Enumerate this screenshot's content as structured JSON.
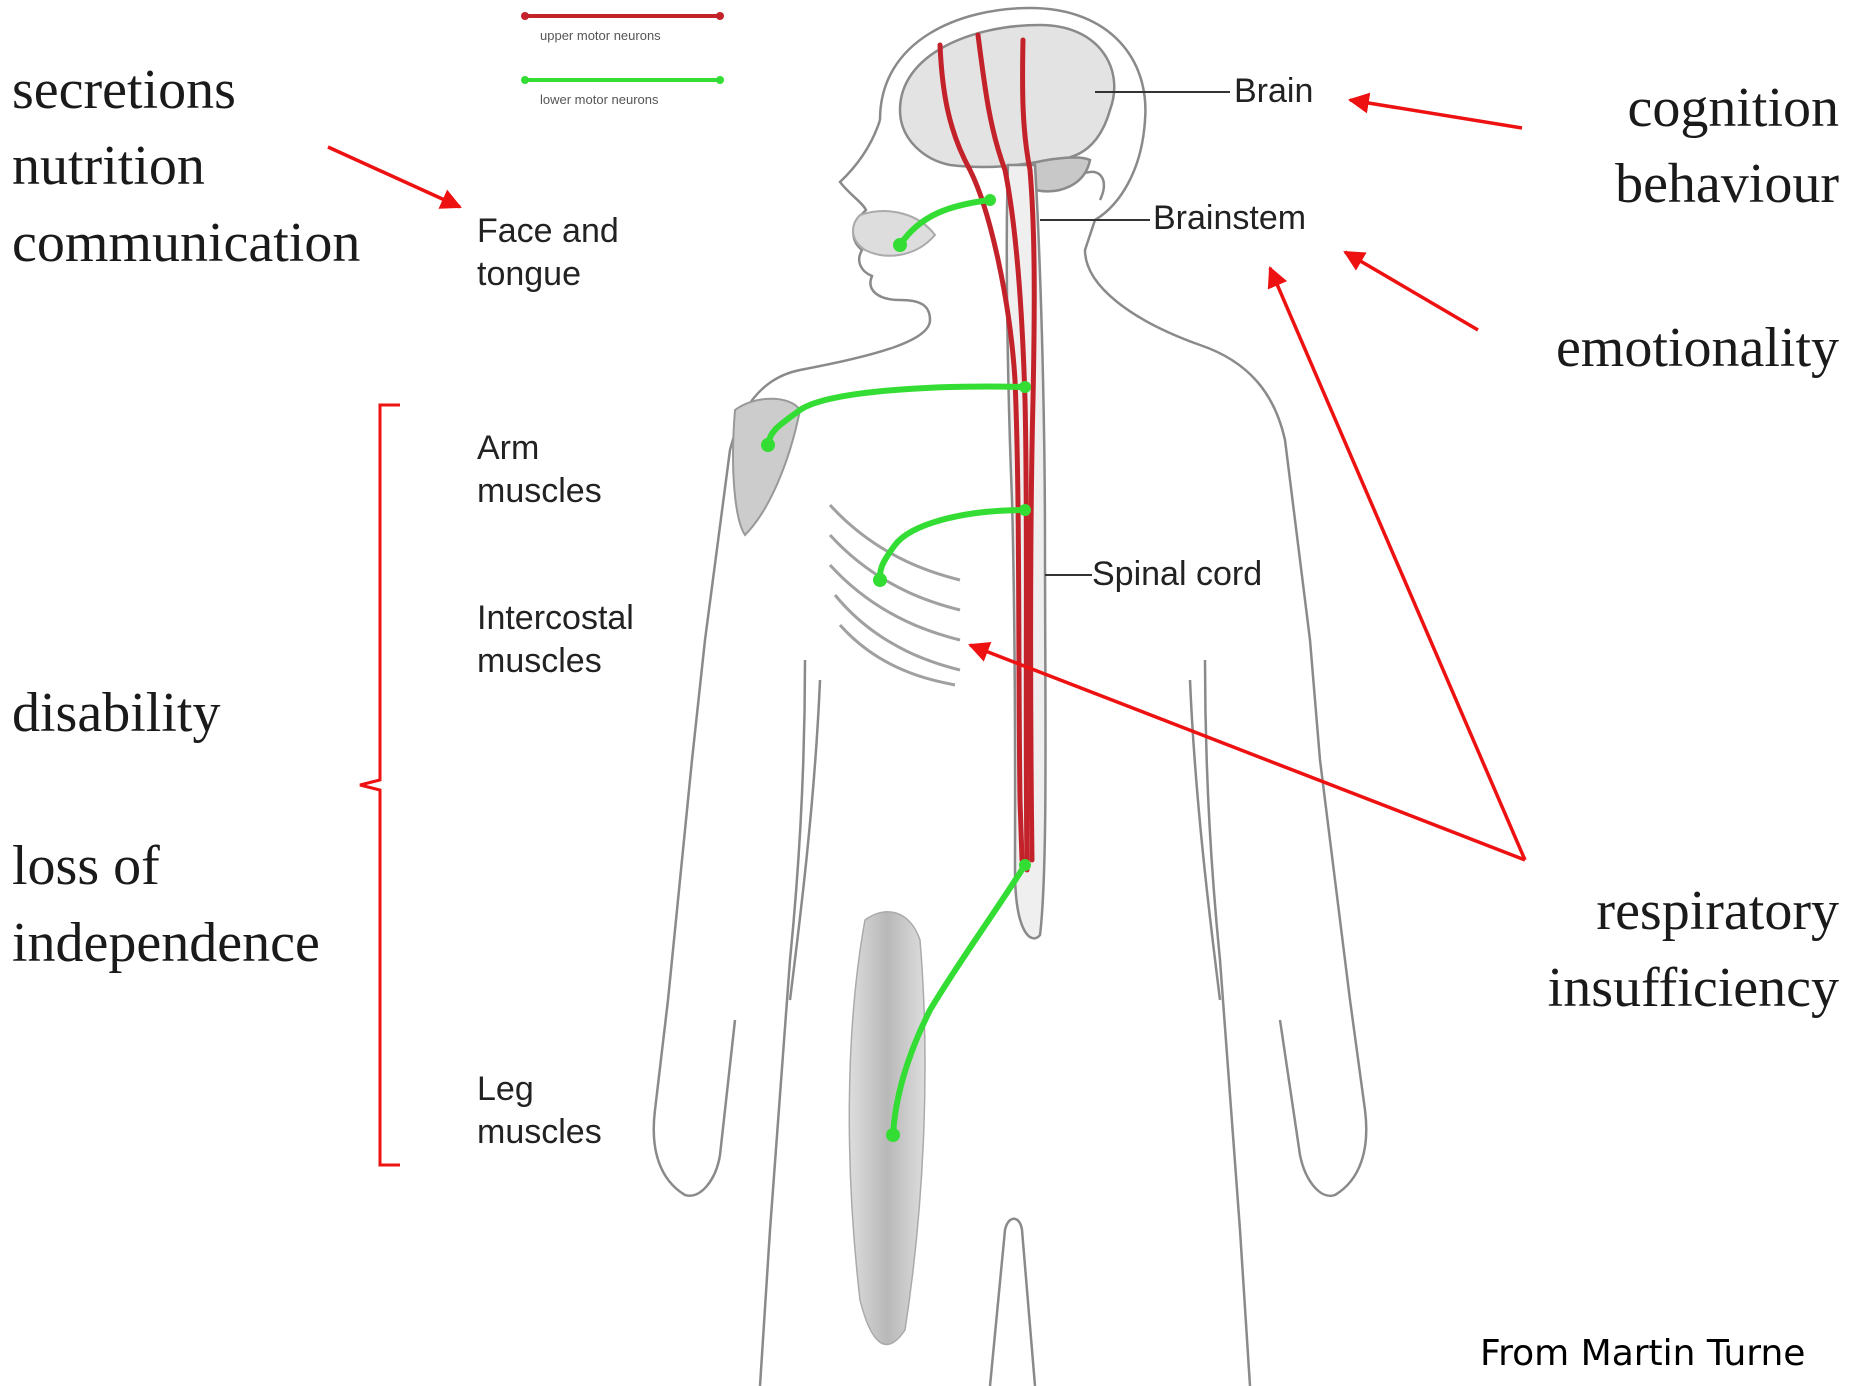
{
  "legend": {
    "upper": "upper motor neurons",
    "lower": "lower motor neurons"
  },
  "body_labels": {
    "brain": "Brain",
    "brainstem": "Brainstem",
    "spinal_cord": "Spinal cord",
    "face_1": "Face and",
    "face_2": "tongue",
    "arm_1": "Arm",
    "arm_2": "muscles",
    "intercostal_1": "Intercostal",
    "intercostal_2": "muscles",
    "leg_1": "Leg",
    "leg_2": "muscles"
  },
  "annotations": {
    "left_top": [
      "secretions",
      "nutrition",
      "communication"
    ],
    "left_bottom": [
      "disability",
      "loss of",
      "independence"
    ],
    "right_top": [
      "cognition",
      "behaviour"
    ],
    "right_mid": "emotionality",
    "right_bottom": [
      "respiratory",
      "insufficiency"
    ]
  },
  "credit": "From Martin Turne",
  "colors": {
    "upper_motor_neuron": "#c4222a",
    "lower_motor_neuron": "#33dd33",
    "annotation_arrow": "#ee1111",
    "outline": "#8a8a8a",
    "muscle_fill": "#cccccc"
  }
}
